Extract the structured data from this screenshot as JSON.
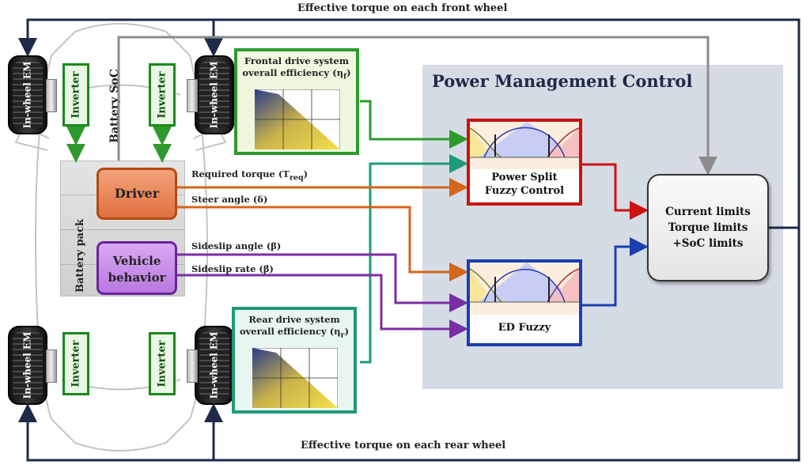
{
  "top_label": "Effective torque on each front wheel",
  "bottom_label": "Effective torque on each rear wheel",
  "battery_soc": "Battery SoC",
  "battery_pack": "Battery pack",
  "wheel_label": "In-wheel EM",
  "inverter_label": "Inverter",
  "front_efficiency": {
    "title": "Frontal drive system overall efficiency (η",
    "sub": "f",
    "close": ")"
  },
  "rear_efficiency": {
    "title": "Rear drive system overall efficiency (η",
    "sub": "r",
    "close": ")"
  },
  "driver": "Driver",
  "vehicle_behavior": {
    "line1": "Vehicle",
    "line2": "behavior"
  },
  "signals": {
    "required_torque": {
      "text": "Required torque (T",
      "sub": "req",
      "close": ")"
    },
    "steer_angle": "Steer angle (δ)",
    "sideslip_angle": "Sideslip angle (β)",
    "sideslip_rate": "Sideslip rate (β̇)"
  },
  "pmc_title": "Power Management Control",
  "power_split": {
    "line1": "Power Split",
    "line2": "Fuzzy Control"
  },
  "ed_fuzzy": "ED Fuzzy",
  "limits": {
    "line1": "Current limits",
    "line2": "Torque limits",
    "line3": "+SoC limits"
  },
  "colors": {
    "green": "#2e9a2e",
    "orange": "#d4651a",
    "purple": "#7a2ea6",
    "teal": "#1f9a78",
    "red": "#cc1111",
    "blue": "#1c3fb0",
    "navy": "#1e2a48",
    "gray": "#8c8c8c",
    "panel": "#d6dce6"
  }
}
